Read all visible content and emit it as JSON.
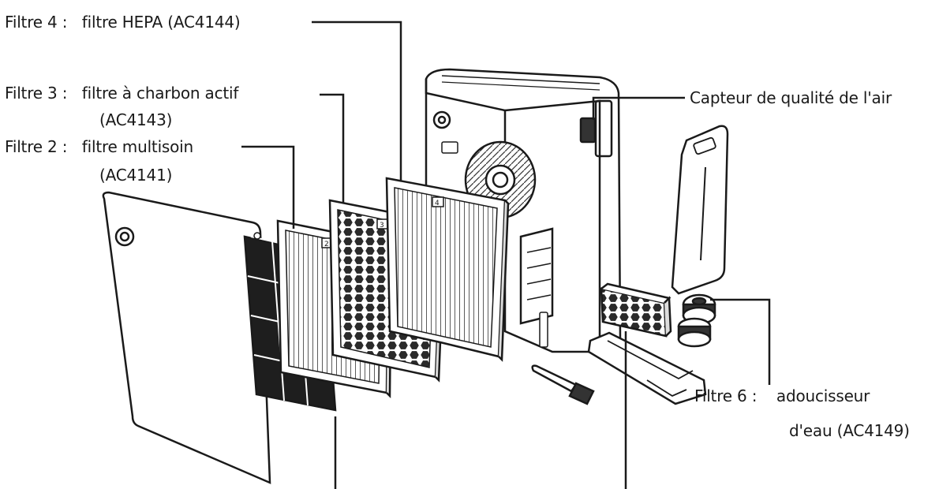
{
  "labels": {
    "filtre4": {
      "number": "Filtre 4 :",
      "name": "filtre HEPA (AC4144)"
    },
    "filtre3": {
      "number": "Filtre 3 :",
      "name": "filtre à charbon actif",
      "code": "(AC4143)"
    },
    "filtre2": {
      "number": "Filtre 2 :",
      "name": "filtre multisoin",
      "code": "(AC4141)"
    },
    "capteur": {
      "name": "Capteur de qualité de l'air"
    },
    "filtre6": {
      "number": "Filtre 6 :",
      "name": "adoucisseur",
      "code": "d'eau (AC4149)"
    }
  },
  "filter_markers": {
    "filtre2": "2",
    "filtre3": "3",
    "filtre4": "4"
  },
  "colors": {
    "line": "#1a1a1a",
    "fill": "#ffffff",
    "mesh": "#1a1a1a"
  }
}
